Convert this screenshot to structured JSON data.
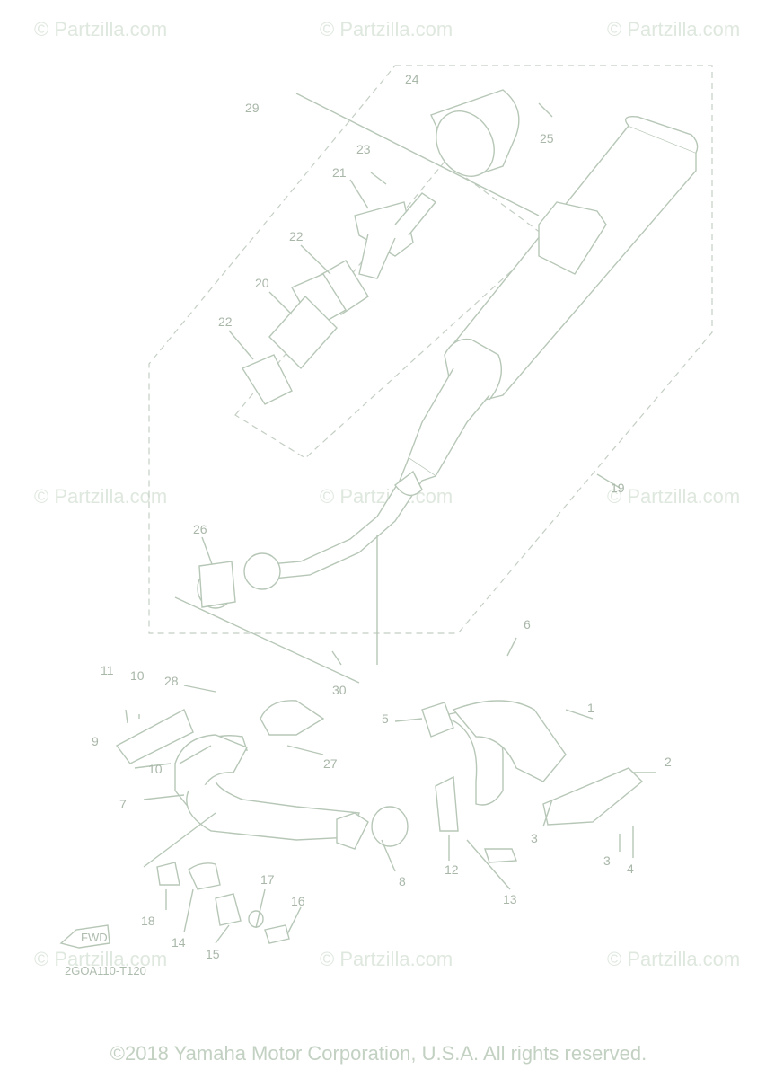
{
  "watermark": "© Partzilla.com",
  "diagram_code": "2GOA110-T120",
  "fwd_label": "FWD",
  "copyright": "©2018 Yamaha Motor Corporation, U.S.A. All rights reserved.",
  "callouts": {
    "n1": "1",
    "n2": "2",
    "n3a": "3",
    "n3b": "3",
    "n4": "4",
    "n5": "5",
    "n6": "6",
    "n7": "7",
    "n8": "8",
    "n9": "9",
    "n10a": "10",
    "n10b": "10",
    "n11": "11",
    "n12": "12",
    "n13": "13",
    "n14": "14",
    "n15": "15",
    "n16": "16",
    "n17": "17",
    "n18": "18",
    "n19": "19",
    "n20": "20",
    "n21": "21",
    "n22a": "22",
    "n22b": "22",
    "n23": "23",
    "n24": "24",
    "n25": "25",
    "n26": "26",
    "n27": "27",
    "n28": "28",
    "n29": "29",
    "n30": "30"
  }
}
